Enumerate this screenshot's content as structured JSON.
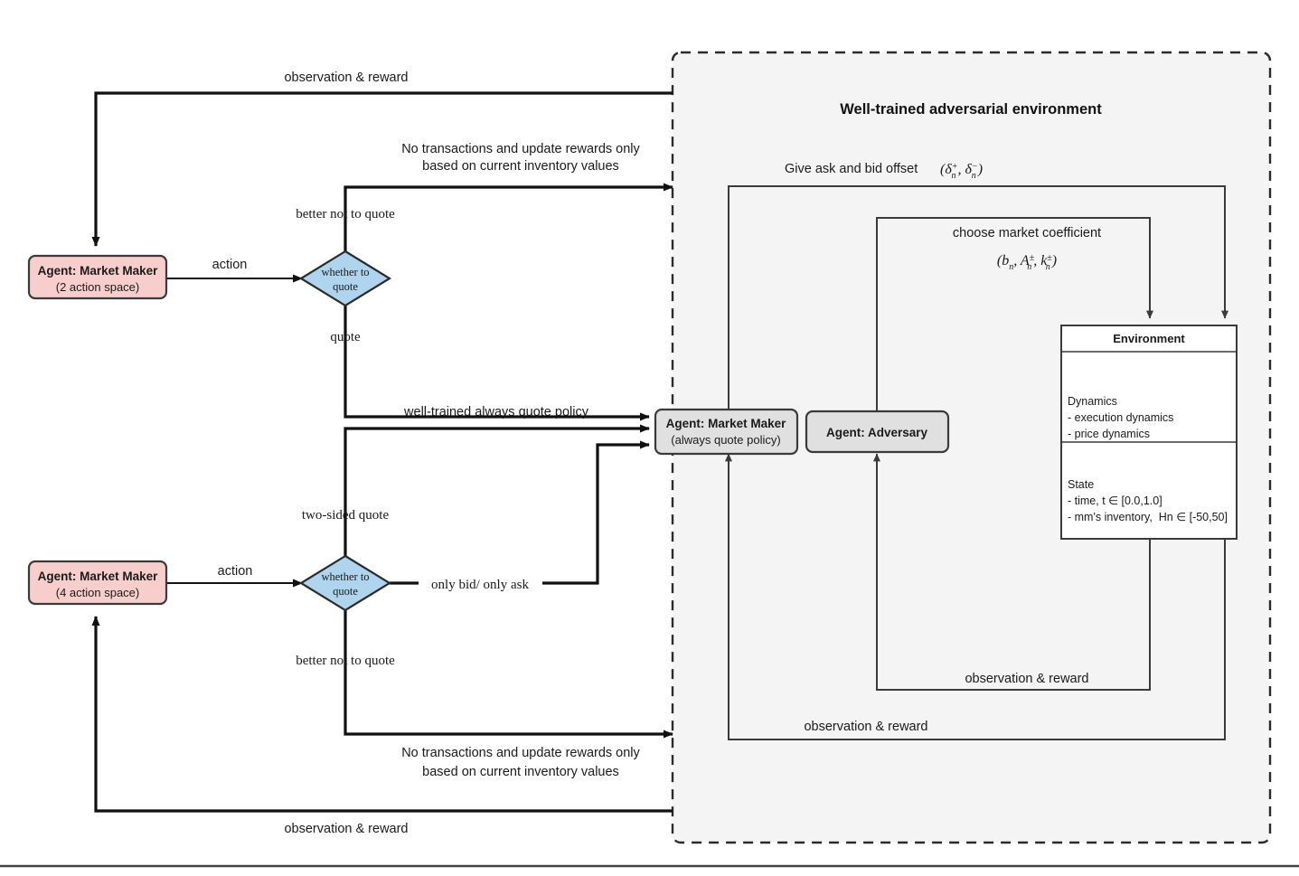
{
  "figure": {
    "environment_panel_title": "Well-trained adversarial environment"
  },
  "agents": {
    "mm2": {
      "title": "Agent: Market Maker",
      "subtitle": "(2 action space)",
      "fill": "#f8cecc",
      "stroke": "#b85450"
    },
    "mm4": {
      "title": "Agent: Market Maker",
      "subtitle": "(4 action space)",
      "fill": "#f8cecc",
      "stroke": "#b85450"
    },
    "mm_always": {
      "title": "Agent: Market Maker",
      "subtitle": "(always quote policy)",
      "fill": "#e0e0e0",
      "stroke": "#3a3a3a"
    },
    "adversary": {
      "title": "Agent: Adversary",
      "subtitle": "",
      "fill": "#e0e0e0",
      "stroke": "#3a3a3a"
    }
  },
  "decisions": {
    "top": {
      "line1": "whether to",
      "line2": "quote",
      "fill": "#aed4ee",
      "stroke": "#2b2b2b"
    },
    "bottom": {
      "line1": "whether to",
      "line2": "quote",
      "fill": "#aed4ee",
      "stroke": "#2b2b2b"
    }
  },
  "environment_box": {
    "title": "Environment",
    "dynamics_header": "Dynamics",
    "dynamics_items": [
      "- execution dynamics",
      "- price dynamics"
    ],
    "state_header": "State",
    "state_items": [
      "- time, t ∈ [0.0,1.0]",
      "- mm's inventory,  Hn ∈ [-50,50]"
    ]
  },
  "edge_labels": {
    "obs_reward_top": "observation & reward",
    "obs_reward_bottom": "observation & reward",
    "obs_reward_mm_inner": "observation & reward",
    "obs_reward_adv_inner": "observation & reward",
    "no_tx_top_l1": "No transactions and update rewards only",
    "no_tx_top_l2": "based on current inventory values",
    "no_tx_bottom_l1": "No transactions and update rewards only",
    "no_tx_bottom_l2": "based on current inventory values",
    "better_not_top": "better not to quote",
    "better_not_bottom": "better not to quote",
    "quote_top": "quote",
    "two_sided_quote": "two-sided quote",
    "only_bid_only_ask": "only bid/ only ask",
    "action_top": "action",
    "action_bottom": "action",
    "well_trained_policy": "well-trained always quote policy",
    "give_offset_text": "Give ask and bid offset",
    "give_offset_math": "(δ⁺ₙ, δ⁻ₙ)",
    "choose_coeff_text": "choose market coefficient",
    "choose_coeff_math": "(bₙ, A⁺⁻ₙ, k⁺⁻ₙ)"
  },
  "colors": {
    "panel_fill": "#f4f4f4",
    "panel_stroke": "#2b2b2b",
    "line": "#111111",
    "thin_line": "#3a3a3a",
    "pink": "#f8cecc",
    "blue": "#aed4ee",
    "grey": "#e0e0e0"
  }
}
